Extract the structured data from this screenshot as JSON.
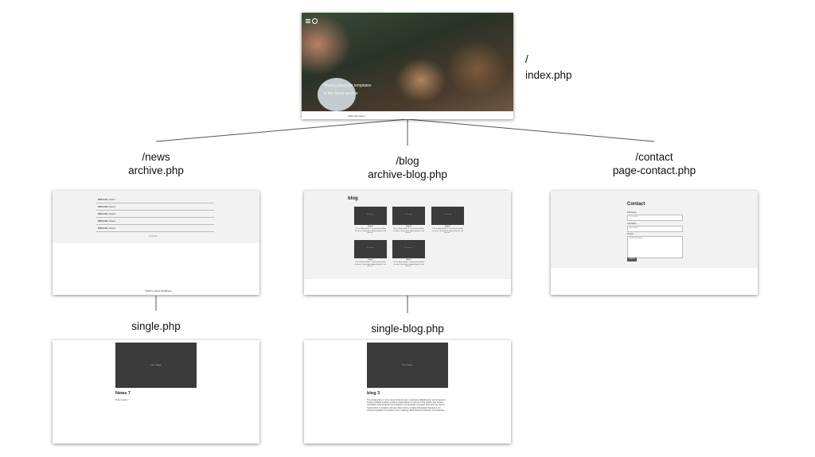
{
  "nodes": {
    "index": {
      "path": "/",
      "file": "index.php"
    },
    "news": {
      "path": "/news",
      "file": "archive.php"
    },
    "blog": {
      "path": "/blog",
      "file": "archive-blog.php"
    },
    "contact": {
      "path": "/contact",
      "file": "page-contact.php"
    },
    "single": {
      "file": "single.php"
    },
    "single_blog": {
      "file": "single-blog.php"
    }
  },
  "index_page": {
    "hero_line1": "Making bespoke templates",
    "hero_line2": "is the finest service",
    "footer_text": "2020.4.29 | News 7"
  },
  "news_page": {
    "rows": [
      {
        "date": "2020.4.29",
        "title": "News 7"
      },
      {
        "date": "2020.4.29",
        "title": "News 6"
      },
      {
        "date": "2020.4.29",
        "title": "News 5"
      },
      {
        "date": "2020.4.29",
        "title": "News 4"
      },
      {
        "date": "2020.4.29",
        "title": "News 3"
      }
    ],
    "pagination": "1 2 3 4 5",
    "footer": "©2020 by Wonta Workflowan"
  },
  "blog_page": {
    "title": "blog",
    "thumb_label": "No Image",
    "cards": [
      {
        "title": "blog 5",
        "text": "This is blog article 5. Lorem ipsum dolor sit amet, consectetur adipisicing elit, sed do eiu..."
      },
      {
        "title": "blog 4",
        "text": "This is blog article 4. Lorem ipsum dolor sit amet, consectetur adipisicing elit, sed do eiu..."
      },
      {
        "title": "blog 3",
        "text": "This is blog article 3. Lorem ipsum dolor sit amet, consectetur adipisicing elit, sed do eiu..."
      },
      {
        "title": "blog 2",
        "text": "This is blog article 2. Lorem ipsum dolor sit amet, consectetur adipisicing elit, sed do eiu..."
      },
      {
        "title": "blog 1",
        "text": "This is blog article 1. Lorem ipsum dolor sit amet, consectetur adipisicing elit, sed do eiu..."
      }
    ]
  },
  "contact_page": {
    "title": "Contact",
    "first_name_label": "First Name",
    "first_name_placeholder": "First name",
    "last_name_label": "Last Name",
    "last_name_placeholder": "Last name",
    "subject_label": "Subject",
    "subject_placeholder": "Write something..",
    "submit": "Submit"
  },
  "single_page": {
    "image_label": "No Image",
    "title": "News 7",
    "body": "This is news 7"
  },
  "single_blog_page": {
    "image_label": "No Image",
    "title": "blog 3",
    "body": "This is blog article 3. Lorem ipsum dolor sit amet, consectetur adipisicing elit, sed do eiusmod tempor incididunt ut labore et dolore magna aliqua. Ut enim ad minim veniam, quis nostrud exercitation ullamco laboris nisi ut aliquip ex ea commodo consequat. Duis aute irure dolor in reprehenderit in voluptate velit esse cillum dolore eu fugiat nulla pariatur. Excepteur sint occaecat cupidatat non proident, sunt in culpa qui officia deserunt mollit anim id est laborum."
  },
  "colors": {
    "line": "#555555",
    "panel_gray": "#f2f2f2",
    "dark_image": "#3b3b3b"
  }
}
